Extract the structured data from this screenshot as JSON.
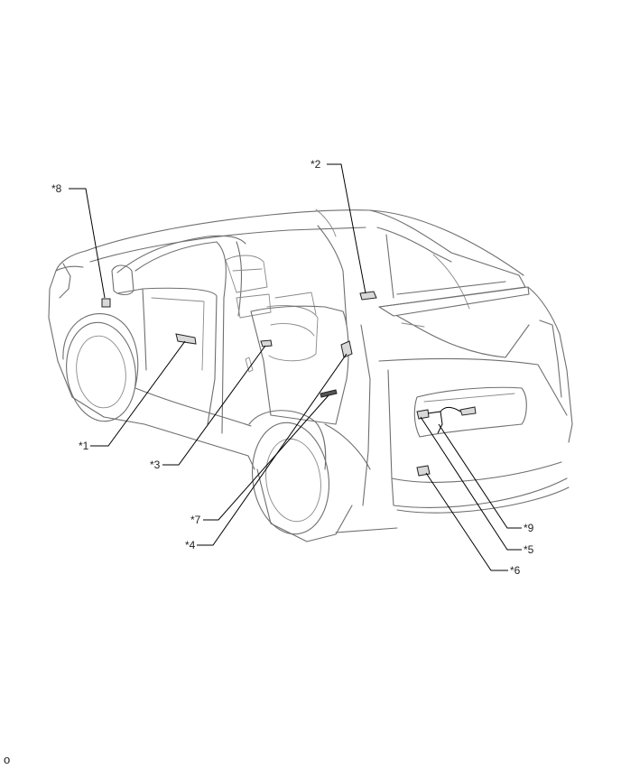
{
  "callouts": [
    {
      "id": "c1",
      "text": "*1"
    },
    {
      "id": "c2",
      "text": "*2"
    },
    {
      "id": "c3",
      "text": "*3"
    },
    {
      "id": "c4",
      "text": "*4"
    },
    {
      "id": "c5",
      "text": "*5"
    },
    {
      "id": "c6",
      "text": "*6"
    },
    {
      "id": "c7",
      "text": "*7"
    },
    {
      "id": "c8",
      "text": "*8"
    },
    {
      "id": "c9",
      "text": "*9"
    }
  ],
  "corner_mark": "o"
}
